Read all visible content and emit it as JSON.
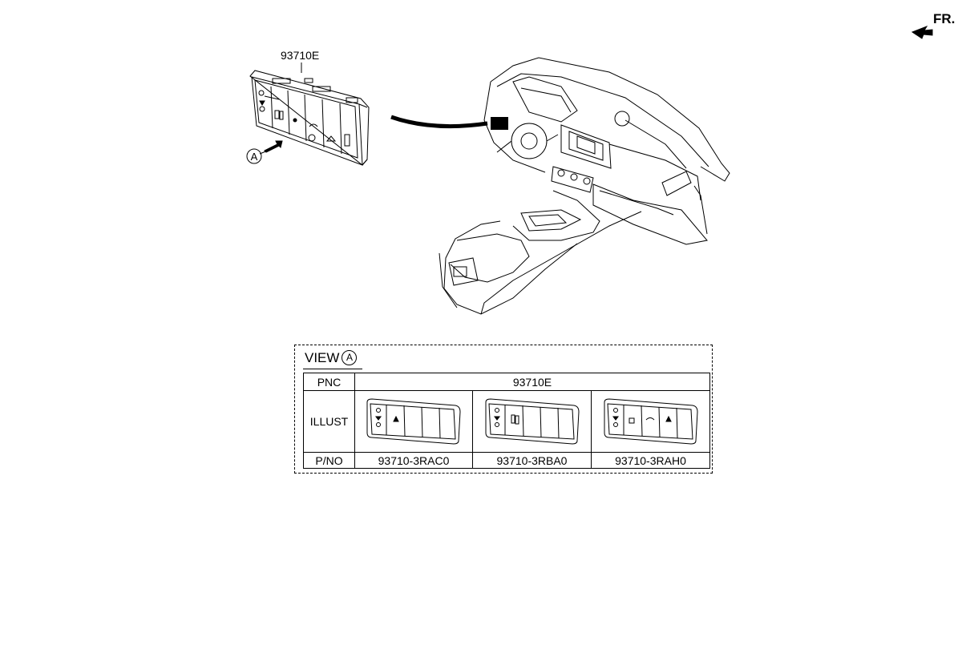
{
  "front_indicator": {
    "label": "FR."
  },
  "callouts": {
    "part_number": "93710E",
    "view_marker": "A"
  },
  "view_box": {
    "title": "VIEW",
    "marker": "A",
    "row_labels": {
      "pnc": "PNC",
      "illust": "ILLUST",
      "pno": "P/NO"
    },
    "pnc_value": "93710E",
    "variants": [
      {
        "part_number": "93710-3RAC0"
      },
      {
        "part_number": "93710-3RBA0"
      },
      {
        "part_number": "93710-3RAH0"
      }
    ]
  }
}
